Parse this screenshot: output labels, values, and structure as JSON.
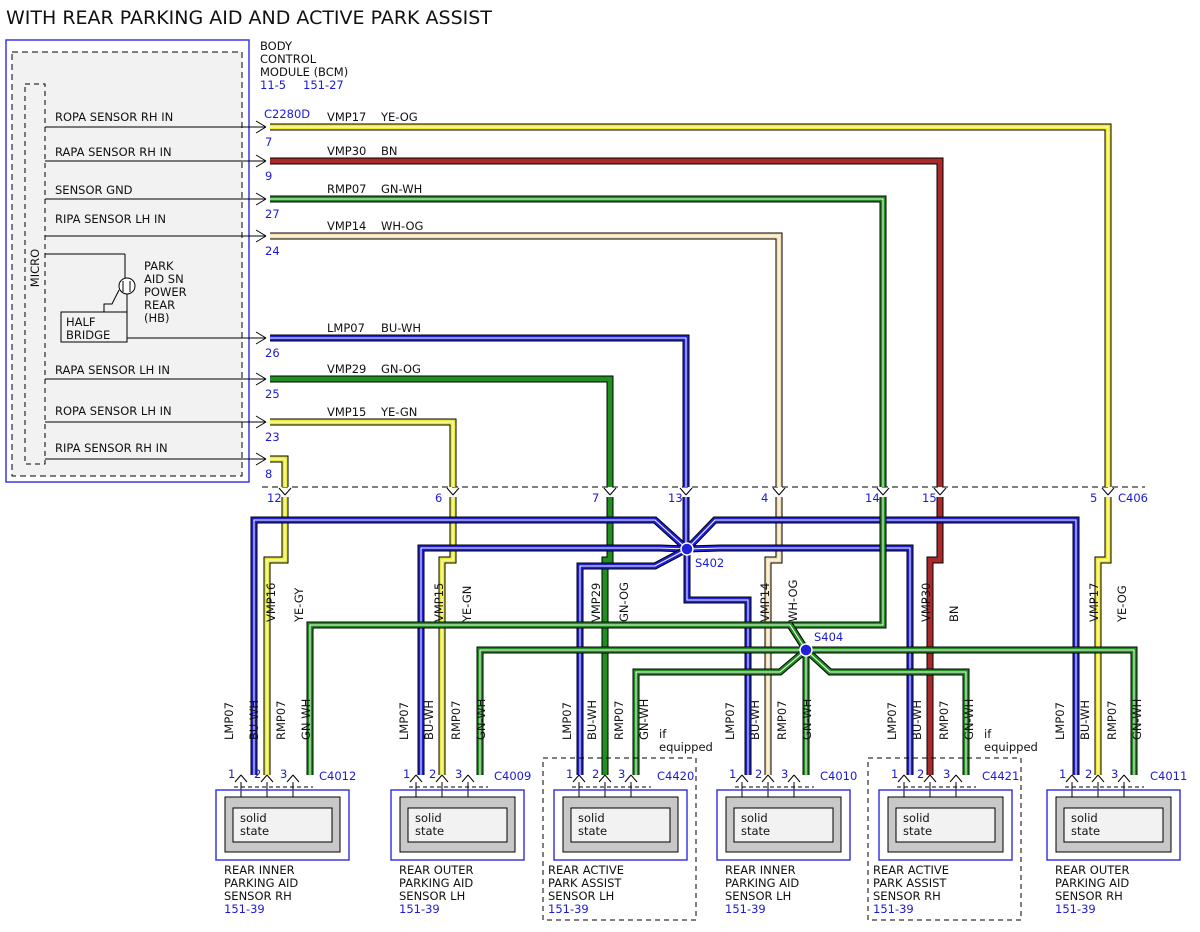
{
  "title": "WITH REAR PARKING AID AND ACTIVE PARK ASSIST",
  "bcm": {
    "name_lines": [
      "BODY",
      "CONTROL",
      "MODULE (BCM)"
    ],
    "ref_a": "11-5",
    "ref_b": "151-27",
    "connector": "C2280D",
    "micro_label": "MICRO",
    "driver_label_lines": [
      "PARK",
      "AID SN",
      "POWER",
      "REAR",
      "(HB)"
    ],
    "half_bridge_lines": [
      "HALF",
      "BRIDGE"
    ],
    "signals": [
      {
        "label": "ROPA SENSOR RH IN",
        "pin": "7",
        "circuit": "VMP17",
        "color_code": "YE-OG"
      },
      {
        "label": "RAPA SENSOR RH IN",
        "pin": "9",
        "circuit": "VMP30",
        "color_code": "BN"
      },
      {
        "label": "SENSOR GND",
        "pin": "27",
        "circuit": "RMP07",
        "color_code": "GN-WH"
      },
      {
        "label": "RIPA SENSOR LH IN",
        "pin": "24",
        "circuit": "VMP14",
        "color_code": "WH-OG"
      },
      {
        "label": "",
        "pin": "26",
        "circuit": "LMP07",
        "color_code": "BU-WH"
      },
      {
        "label": "RAPA SENSOR LH IN",
        "pin": "25",
        "circuit": "VMP29",
        "color_code": "GN-OG"
      },
      {
        "label": "ROPA SENSOR LH IN",
        "pin": "23",
        "circuit": "VMP15",
        "color_code": "YE-GN"
      },
      {
        "label": "RIPA SENSOR RH IN",
        "pin": "8",
        "circuit": "",
        "color_code": ""
      }
    ]
  },
  "inline_connector": {
    "name": "C406",
    "pins": [
      "12",
      "6",
      "7",
      "13",
      "4",
      "14",
      "15",
      "5"
    ]
  },
  "splices": [
    "S402",
    "S404"
  ],
  "vertical_wire_labels": [
    {
      "circuit": "VMP16",
      "color_code": "YE-GY"
    },
    {
      "circuit": "VMP15",
      "color_code": "YE-GN"
    },
    {
      "circuit": "VMP29",
      "color_code": "GN-OG"
    },
    {
      "circuit": "VMP14",
      "color_code": "WH-OG"
    },
    {
      "circuit": "VMP30",
      "color_code": "BN"
    },
    {
      "circuit": "VMP17",
      "color_code": "YE-OG"
    }
  ],
  "sensor_pin_wires": {
    "p1_circuit": "LMP07",
    "p1_color": "BU-WH",
    "p3_circuit": "RMP07",
    "p3_color": "GN-WH"
  },
  "if_equipped_lines": [
    "if",
    "equipped"
  ],
  "sensors": [
    {
      "connector": "C4012",
      "pins": [
        "1",
        "2",
        "3"
      ],
      "body": [
        "solid",
        "state"
      ],
      "name_lines": [
        "REAR INNER",
        "PARKING AID",
        "SENSOR RH"
      ],
      "ref": "151-39",
      "optional": false
    },
    {
      "connector": "C4009",
      "pins": [
        "1",
        "2",
        "3"
      ],
      "body": [
        "solid",
        "state"
      ],
      "name_lines": [
        "REAR OUTER",
        "PARKING AID",
        "SENSOR LH"
      ],
      "ref": "151-39",
      "optional": false
    },
    {
      "connector": "C4420",
      "pins": [
        "1",
        "2",
        "3"
      ],
      "body": [
        "solid",
        "state"
      ],
      "name_lines": [
        "REAR ACTIVE",
        "PARK ASSIST",
        "SENSOR LH"
      ],
      "ref": "151-39",
      "optional": true
    },
    {
      "connector": "C4010",
      "pins": [
        "1",
        "2",
        "3"
      ],
      "body": [
        "solid",
        "state"
      ],
      "name_lines": [
        "REAR INNER",
        "PARKING AID",
        "SENSOR LH"
      ],
      "ref": "151-39",
      "optional": false
    },
    {
      "connector": "C4421",
      "pins": [
        "1",
        "2",
        "3"
      ],
      "body": [
        "solid",
        "state"
      ],
      "name_lines": [
        "REAR ACTIVE",
        "PARK ASSIST",
        "SENSOR RH"
      ],
      "ref": "151-39",
      "optional": true
    },
    {
      "connector": "C4011",
      "pins": [
        "1",
        "2",
        "3"
      ],
      "body": [
        "solid",
        "state"
      ],
      "name_lines": [
        "REAR OUTER",
        "PARKING AID",
        "SENSOR RH"
      ],
      "ref": "151-39",
      "optional": false
    }
  ],
  "colors": {
    "ye_og": "#f2ea2a",
    "bn": "#a82a2a",
    "gn_wh": "#1f8f1f",
    "wh_og": "#f5deb0",
    "bu_wh": "#1f1fdc",
    "gn_og": "#1f8f1f",
    "ye_gn": "#e7ea2e",
    "ye_gy": "#e7ea2e",
    "label_blue": "#1a1ad6",
    "box_blue": "#3a3ae0"
  }
}
